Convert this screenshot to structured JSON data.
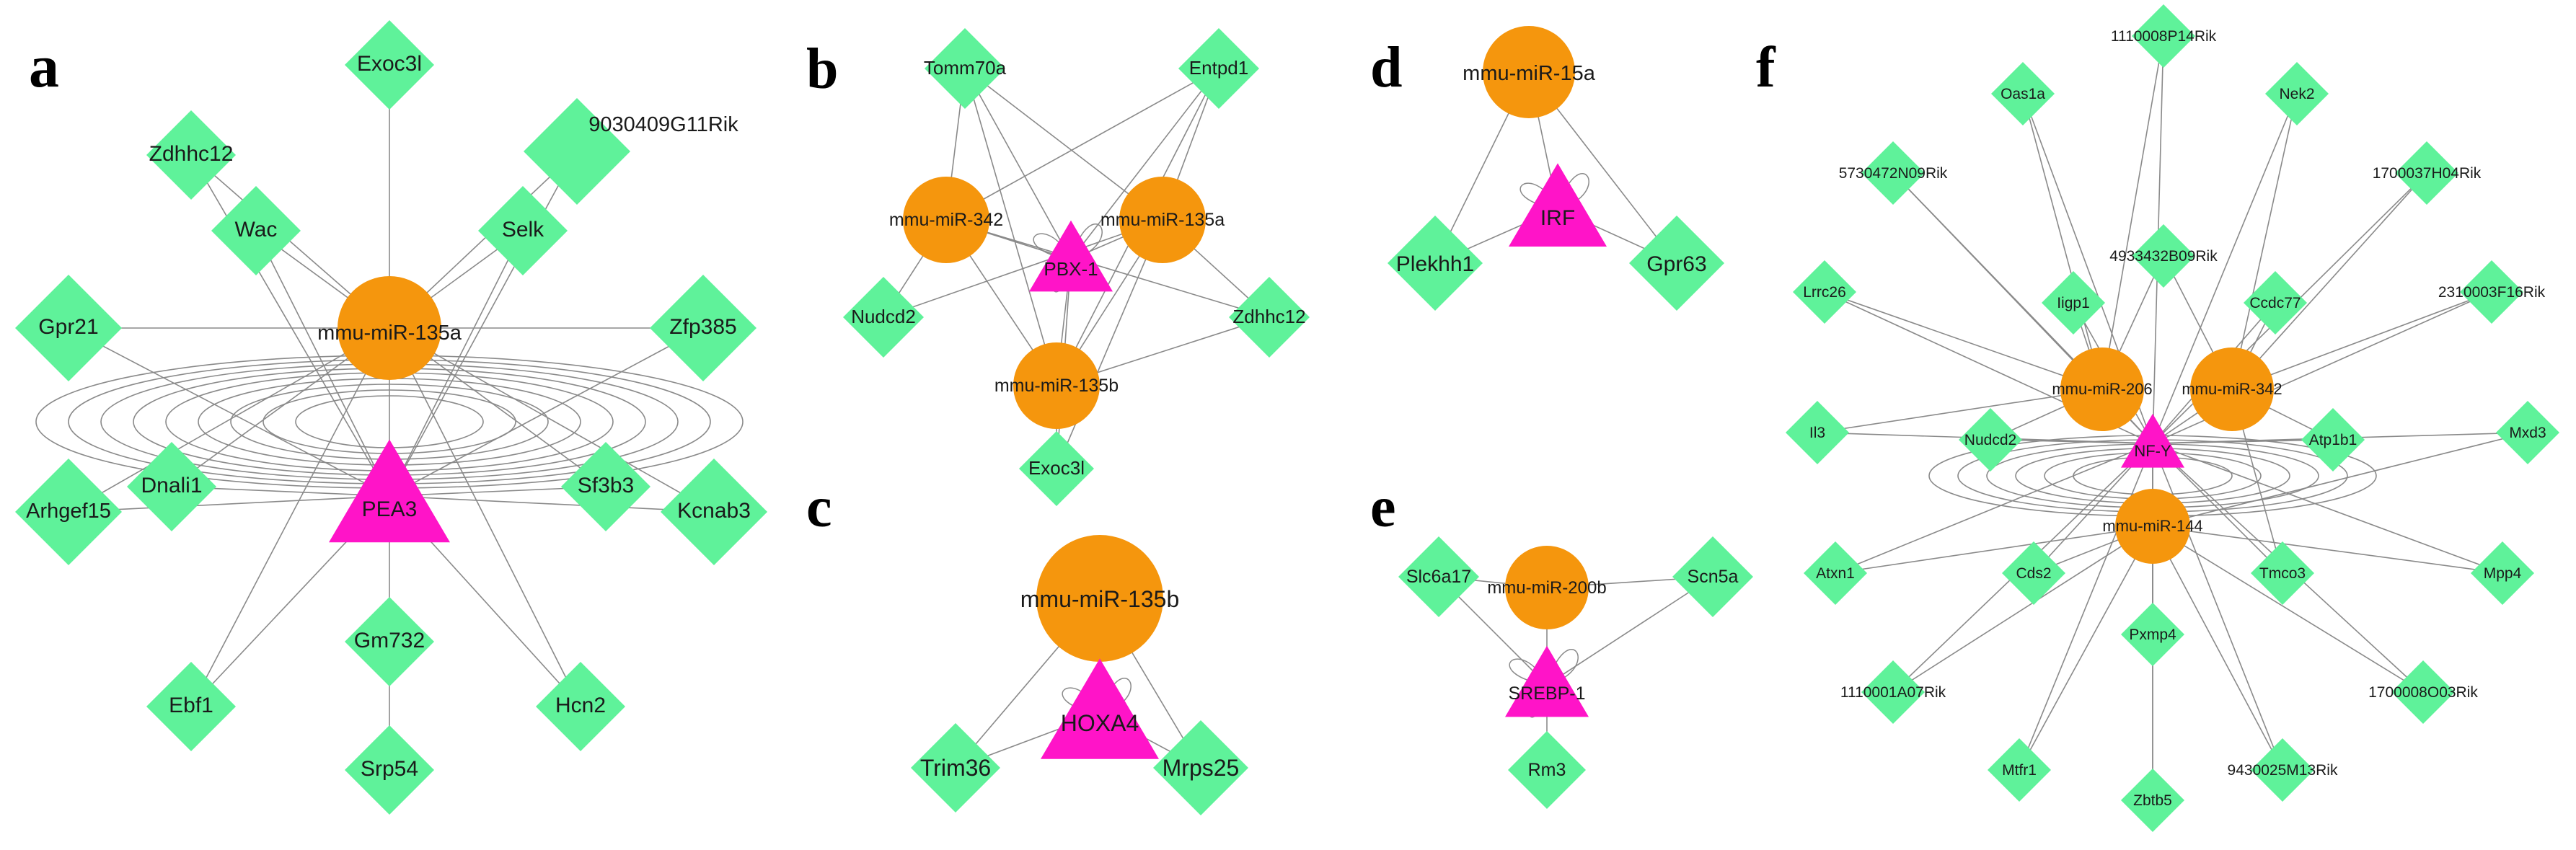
{
  "panels": [
    {
      "id": "a",
      "letter": "a",
      "nodes": {
        "m": {
          "label": "mmu-miR-135a",
          "type": "mirna"
        },
        "t": {
          "label": "PEA3",
          "type": "tf"
        },
        "n1": {
          "label": "Exoc3l",
          "type": "gene"
        },
        "n2": {
          "label": "Zdhhc12",
          "type": "gene"
        },
        "n3": {
          "label": "9030409G11Rik",
          "type": "gene"
        },
        "n4": {
          "label": "Wac",
          "type": "gene"
        },
        "n5": {
          "label": "Selk",
          "type": "gene"
        },
        "n6": {
          "label": "Gpr21",
          "type": "gene"
        },
        "n7": {
          "label": "Zfp385",
          "type": "gene"
        },
        "n8": {
          "label": "Dnali1",
          "type": "gene"
        },
        "n9": {
          "label": "Sf3b3",
          "type": "gene"
        },
        "n10": {
          "label": "Arhgef15",
          "type": "gene"
        },
        "n11": {
          "label": "Kcnab3",
          "type": "gene"
        },
        "n12": {
          "label": "Gm732",
          "type": "gene"
        },
        "n13": {
          "label": "Ebf1",
          "type": "gene"
        },
        "n14": {
          "label": "Hcn2",
          "type": "gene"
        },
        "n15": {
          "label": "Srp54",
          "type": "gene"
        }
      }
    },
    {
      "id": "b",
      "letter": "b",
      "nodes": {
        "m1": {
          "label": "mmu-miR-342",
          "type": "mirna"
        },
        "m2": {
          "label": "mmu-miR-135a",
          "type": "mirna"
        },
        "m3": {
          "label": "mmu-miR-135b",
          "type": "mirna"
        },
        "t": {
          "label": "PBX-1",
          "type": "tf"
        },
        "g1": {
          "label": "Tomm70a",
          "type": "gene"
        },
        "g2": {
          "label": "Entpd1",
          "type": "gene"
        },
        "g3": {
          "label": "Nudcd2",
          "type": "gene"
        },
        "g4": {
          "label": "Zdhhc12",
          "type": "gene"
        },
        "g5": {
          "label": "Exoc3l",
          "type": "gene"
        }
      }
    },
    {
      "id": "c",
      "letter": "c",
      "nodes": {
        "m": {
          "label": "mmu-miR-135b",
          "type": "mirna"
        },
        "t": {
          "label": "HOXA4",
          "type": "tf"
        },
        "g1": {
          "label": "Trim36",
          "type": "gene"
        },
        "g2": {
          "label": "Mrps25",
          "type": "gene"
        }
      }
    },
    {
      "id": "d",
      "letter": "d",
      "nodes": {
        "m": {
          "label": "mmu-miR-15a",
          "type": "mirna"
        },
        "t": {
          "label": "IRF",
          "type": "tf"
        },
        "g1": {
          "label": "Plekhh1",
          "type": "gene"
        },
        "g2": {
          "label": "Gpr63",
          "type": "gene"
        }
      }
    },
    {
      "id": "e",
      "letter": "e",
      "nodes": {
        "m": {
          "label": "mmu-miR-200b",
          "type": "mirna"
        },
        "t": {
          "label": "SREBP-1",
          "type": "tf"
        },
        "g1": {
          "label": "Slc6a17",
          "type": "gene"
        },
        "g2": {
          "label": "Scn5a",
          "type": "gene"
        },
        "g3": {
          "label": "Rm3",
          "type": "gene"
        }
      }
    },
    {
      "id": "f",
      "letter": "f",
      "nodes": {
        "m1": {
          "label": "mmu-miR-206",
          "type": "mirna"
        },
        "m2": {
          "label": "mmu-miR-342",
          "type": "mirna"
        },
        "m3": {
          "label": "mmu-miR-144",
          "type": "mirna"
        },
        "t": {
          "label": "NF-Y",
          "type": "tf"
        },
        "g1": {
          "label": "1110008P14Rik",
          "type": "gene"
        },
        "g2": {
          "label": "Oas1a",
          "type": "gene"
        },
        "g3": {
          "label": "Nek2",
          "type": "gene"
        },
        "g4": {
          "label": "5730472N09Rik",
          "type": "gene"
        },
        "g5": {
          "label": "1700037H04Rik",
          "type": "gene"
        },
        "g6": {
          "label": "4933432B09Rik",
          "type": "gene"
        },
        "g7": {
          "label": "Lrrc26",
          "type": "gene"
        },
        "g8": {
          "label": "Iigp1",
          "type": "gene"
        },
        "g9": {
          "label": "Ccdc77",
          "type": "gene"
        },
        "g10": {
          "label": "2310003F16Rik",
          "type": "gene"
        },
        "g11": {
          "label": "Il3",
          "type": "gene"
        },
        "g12": {
          "label": "Nudcd2",
          "type": "gene"
        },
        "g13": {
          "label": "Atp1b1",
          "type": "gene"
        },
        "g14": {
          "label": "Mxd3",
          "type": "gene"
        },
        "g15": {
          "label": "Atxn1",
          "type": "gene"
        },
        "g16": {
          "label": "Cds2",
          "type": "gene"
        },
        "g17": {
          "label": "Tmco3",
          "type": "gene"
        },
        "g18": {
          "label": "Mpp4",
          "type": "gene"
        },
        "g19": {
          "label": "Pxmp4",
          "type": "gene"
        },
        "g20": {
          "label": "1110001A07Rik",
          "type": "gene"
        },
        "g21": {
          "label": "1700008O03Rik",
          "type": "gene"
        },
        "g22": {
          "label": "Mtfr1",
          "type": "gene"
        },
        "g23": {
          "label": "Zbtb5",
          "type": "gene"
        },
        "g24": {
          "label": "9430025M13Rik",
          "type": "gene"
        }
      }
    }
  ],
  "colors": {
    "gene": "#5ff29a",
    "mirna": "#f5960d",
    "tf": "#ff14c8",
    "edge": "#8a8a8a",
    "label": "#1a1a1a",
    "background": "#ffffff"
  }
}
